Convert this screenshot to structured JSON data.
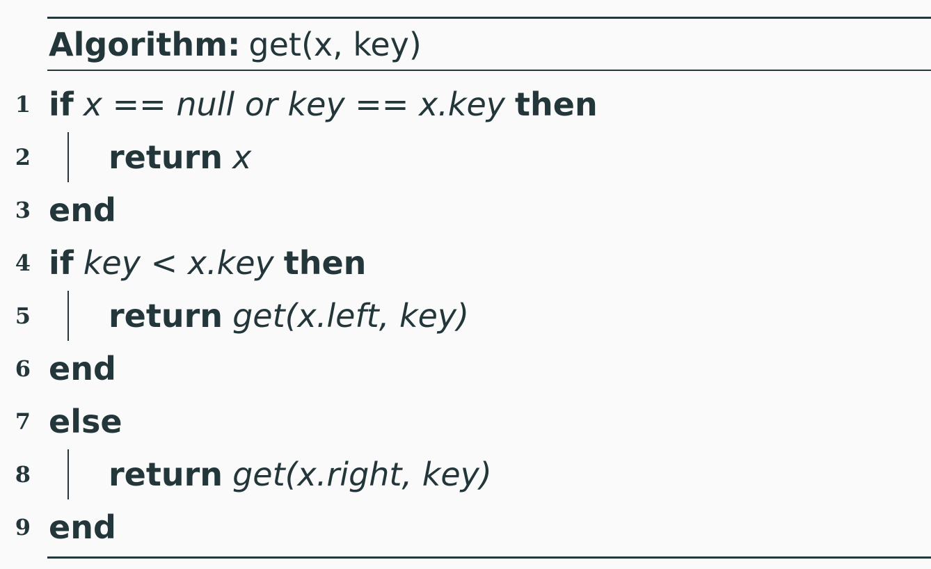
{
  "header": {
    "keyword": "Algorithm:",
    "signature": "get(x, key)"
  },
  "lines": [
    {
      "number": "1",
      "keyword": "if",
      "condition": "x == null or key == x.key",
      "then": "then"
    },
    {
      "number": "2",
      "keyword": "return",
      "expr": "x"
    },
    {
      "number": "3",
      "keyword": "end"
    },
    {
      "number": "4",
      "keyword": "if",
      "condition": "key < x.key",
      "then": "then"
    },
    {
      "number": "5",
      "keyword": "return",
      "expr": "get(x.left, key)"
    },
    {
      "number": "6",
      "keyword": "end"
    },
    {
      "number": "7",
      "keyword": "else"
    },
    {
      "number": "8",
      "keyword": "return",
      "expr": "get(x.right, key)"
    },
    {
      "number": "9",
      "keyword": "end"
    }
  ]
}
